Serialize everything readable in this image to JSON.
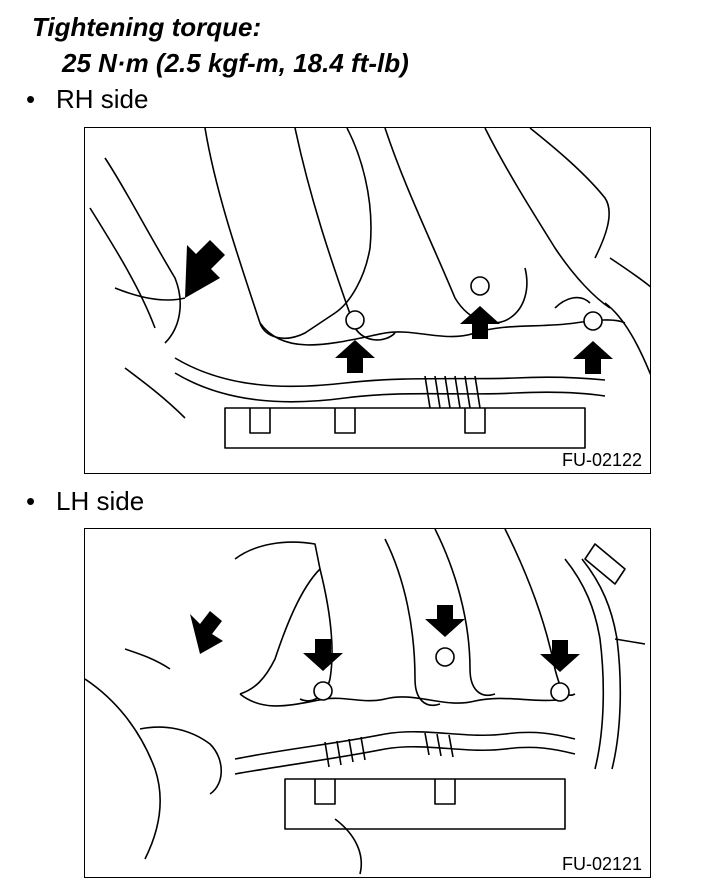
{
  "heading": {
    "title": "Tightening torque:",
    "torque_value": "25 N·m (2.5 kgf-m, 18.4 ft-lb)"
  },
  "sections": [
    {
      "bullet": "•",
      "label": "RH side",
      "figure_id": "FU-02122"
    },
    {
      "bullet": "•",
      "label": "LH side",
      "figure_id": "FU-02121"
    }
  ]
}
